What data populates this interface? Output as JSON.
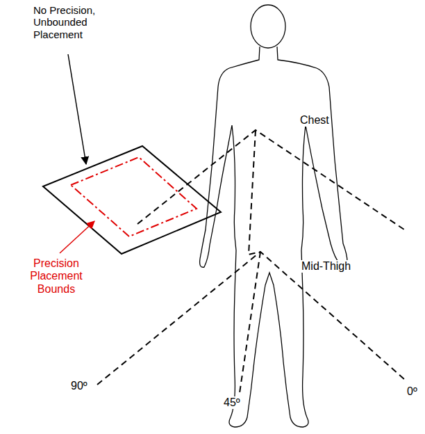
{
  "diagram": {
    "labels": [
      "No Precision, Unbounded Placement",
      "Precision Placement Bounds",
      "Chest",
      "Mid-Thigh",
      "90º",
      "0º",
      "45º"
    ]
  }
}
